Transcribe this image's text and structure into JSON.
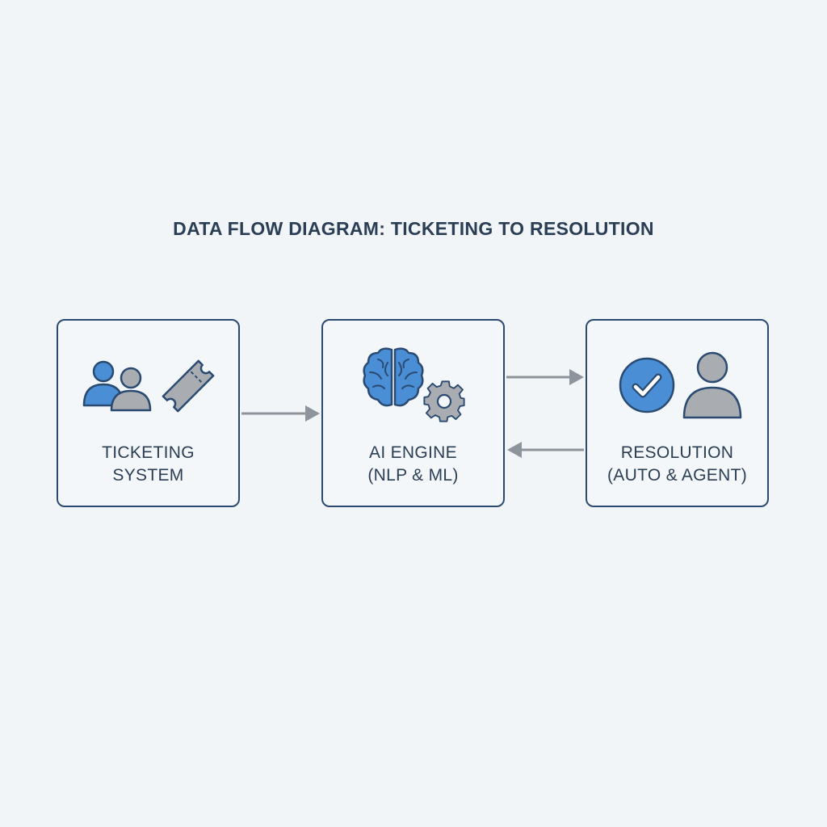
{
  "title": "DATA FLOW DIAGRAM: TICKETING TO RESOLUTION",
  "nodes": [
    {
      "id": "ticketing",
      "label_line1": "TICKETING",
      "label_line2": "SYSTEM",
      "icons": [
        "users-icon",
        "ticket-icon"
      ]
    },
    {
      "id": "ai-engine",
      "label_line1": "AI ENGINE",
      "label_line2": "(NLP & ML)",
      "icons": [
        "brain-icon",
        "gear-icon"
      ]
    },
    {
      "id": "resolution",
      "label_line1": "RESOLUTION",
      "label_line2": "(AUTO & AGENT)",
      "icons": [
        "checkmark-circle-icon",
        "person-icon"
      ]
    }
  ],
  "edges": [
    {
      "from": "ticketing",
      "to": "ai-engine"
    },
    {
      "from": "ai-engine",
      "to": "resolution"
    },
    {
      "from": "resolution",
      "to": "ai-engine"
    }
  ],
  "colors": {
    "accent_blue": "#4a8fd6",
    "icon_gray": "#a9adb2",
    "outline": "#2a4a72",
    "arrow": "#8d949b",
    "text": "#2a3e55",
    "background": "#f2f5f7"
  }
}
